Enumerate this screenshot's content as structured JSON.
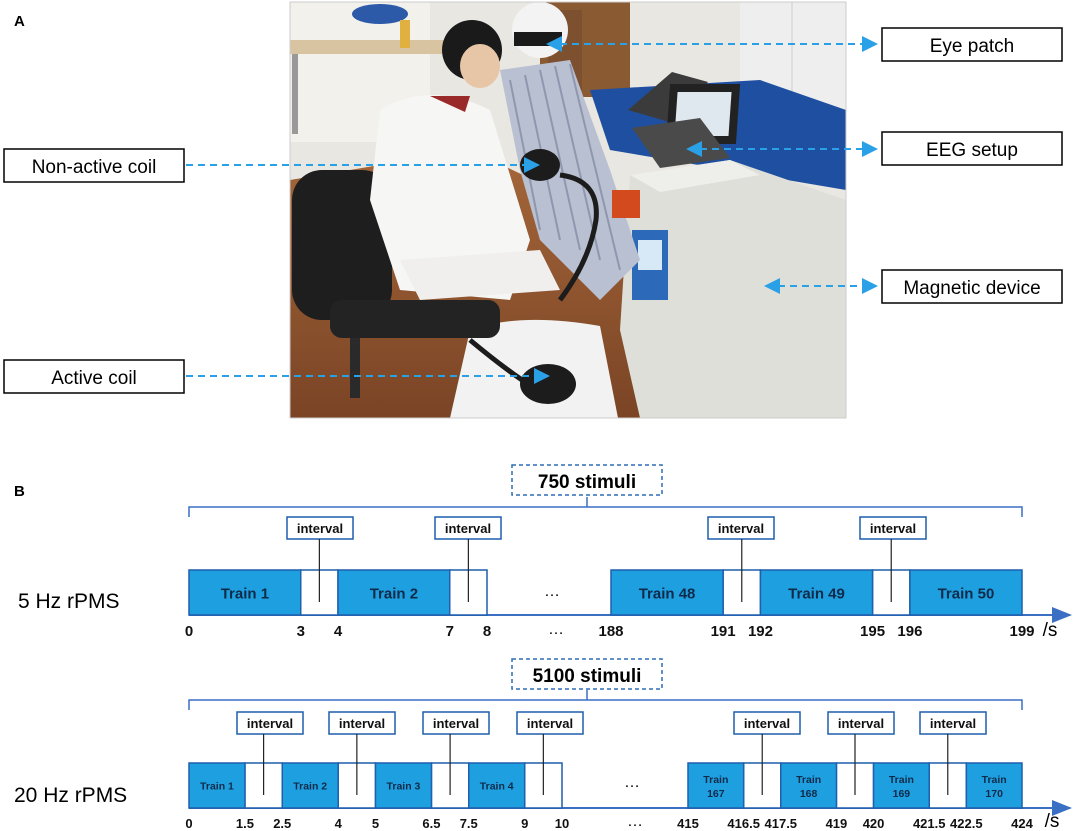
{
  "panel_a": {
    "letter": "A",
    "callouts": {
      "eye_patch": "Eye patch",
      "eeg_setup": "EEG setup",
      "magnetic_device": "Magnetic device",
      "non_active_coil": "Non-active coil",
      "active_coil": "Active coil"
    }
  },
  "panel_b": {
    "letter": "B",
    "unit": "/s",
    "ellipsis": "…",
    "interval_label": "interval",
    "rows": [
      {
        "key": "row5",
        "label": "5 Hz rPMS",
        "stimuli": "750 stimuli",
        "trains": [
          {
            "label": "Train 1",
            "start": 0,
            "end": 3
          },
          {
            "label": "Train 2",
            "start": 4,
            "end": 7
          },
          {
            "label": "Train 48",
            "start": 188,
            "end": 191
          },
          {
            "label": "Train 49",
            "start": 192,
            "end": 195
          },
          {
            "label": "Train 50",
            "start": 196,
            "end": 199
          }
        ],
        "ticks_left": [
          "0",
          "3",
          "4",
          "7",
          "8"
        ],
        "ticks_right": [
          "188",
          "191",
          "192",
          "195",
          "196",
          "199"
        ]
      },
      {
        "key": "row20",
        "label": "20 Hz rPMS",
        "stimuli": "5100 stimuli",
        "trains": [
          {
            "label": "Train 1",
            "start": 0,
            "end": 1.5
          },
          {
            "label": "Train 2",
            "start": 2.5,
            "end": 4
          },
          {
            "label": "Train 3",
            "start": 5,
            "end": 6.5
          },
          {
            "label": "Train 4",
            "start": 7.5,
            "end": 9
          },
          {
            "label": "Train 167",
            "start": 415,
            "end": 416.5
          },
          {
            "label": "Train 168",
            "start": 417.5,
            "end": 419
          },
          {
            "label": "Train 169",
            "start": 420,
            "end": 421.5
          },
          {
            "label": "Train 170",
            "start": 422.5,
            "end": 424
          }
        ],
        "ticks_left": [
          "0",
          "1.5",
          "2.5",
          "4",
          "5",
          "6.5",
          "7.5",
          "9",
          "10"
        ],
        "ticks_right": [
          "415",
          "416.5",
          "417.5",
          "419",
          "420",
          "421.5",
          "422.5",
          "424"
        ]
      }
    ]
  },
  "colors": {
    "train_fill": "#1ea0e0",
    "train_stroke": "#1f5fae",
    "axis": "#3a6fc4",
    "callout_arrow": "#2aa0e6",
    "label_border": "#000000"
  }
}
